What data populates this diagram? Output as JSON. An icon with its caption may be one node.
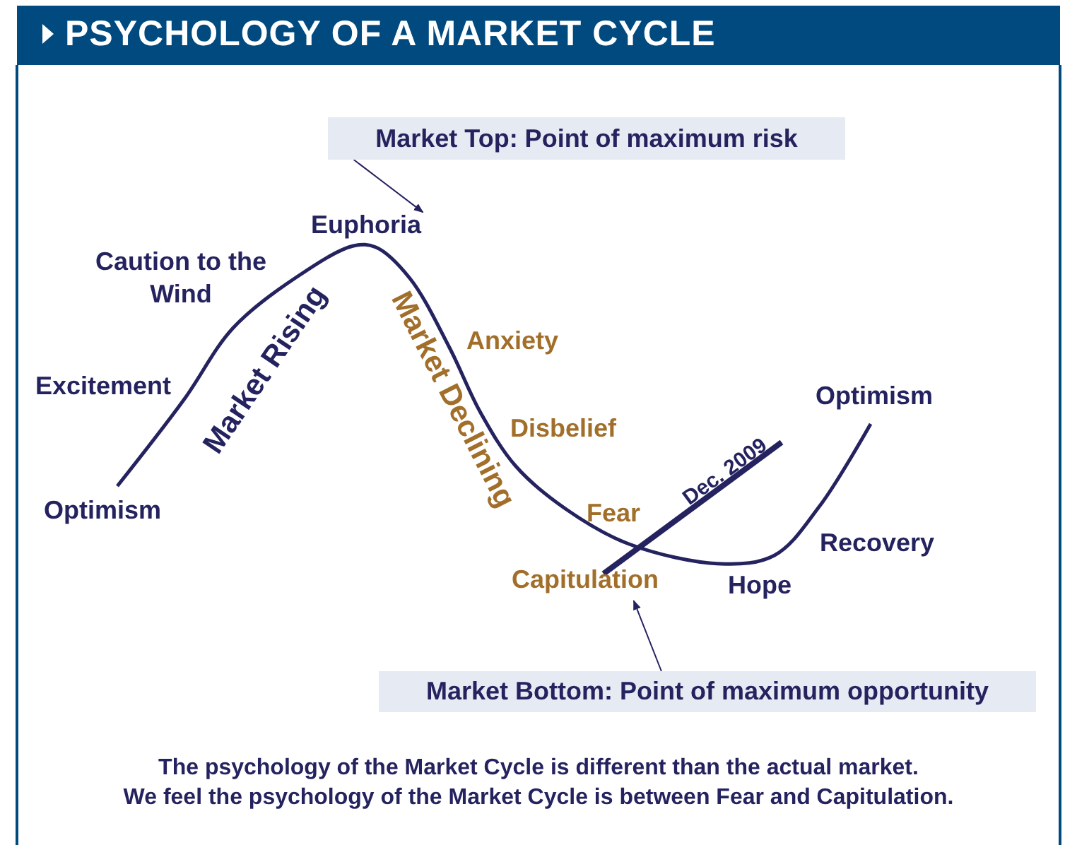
{
  "diagram": {
    "title": "PSYCHOLOGY OF A MARKET CYCLE",
    "nodes": [
      {
        "text": [
          "Market Top: Point of maximum risk"
        ]
      },
      {
        "text": [
          "Euphoria"
        ]
      },
      {
        "text": [
          "Capitulation"
        ]
      },
      {
        "text": [
          "Market Bottom: Point of maximum opportunity"
        ]
      }
    ],
    "edges": [
      {
        "from": 0,
        "to": 1,
        "arrow": "to"
      },
      {
        "from": 3,
        "to": 2,
        "arrow": "to"
      }
    ],
    "labels": [
      "Caution to the Wind",
      "Excitement",
      "Optimism",
      "Market Rising",
      "Market Declining",
      "Anxiety",
      "Disbelief",
      "Dec. 2009",
      "Optimism",
      "Fear",
      "Recovery",
      "Hope",
      "The psychology of the Market Cycle is different than the actual market.",
      "We feel the psychology of the Market Cycle is between Fear and Capitulation."
    ]
  }
}
